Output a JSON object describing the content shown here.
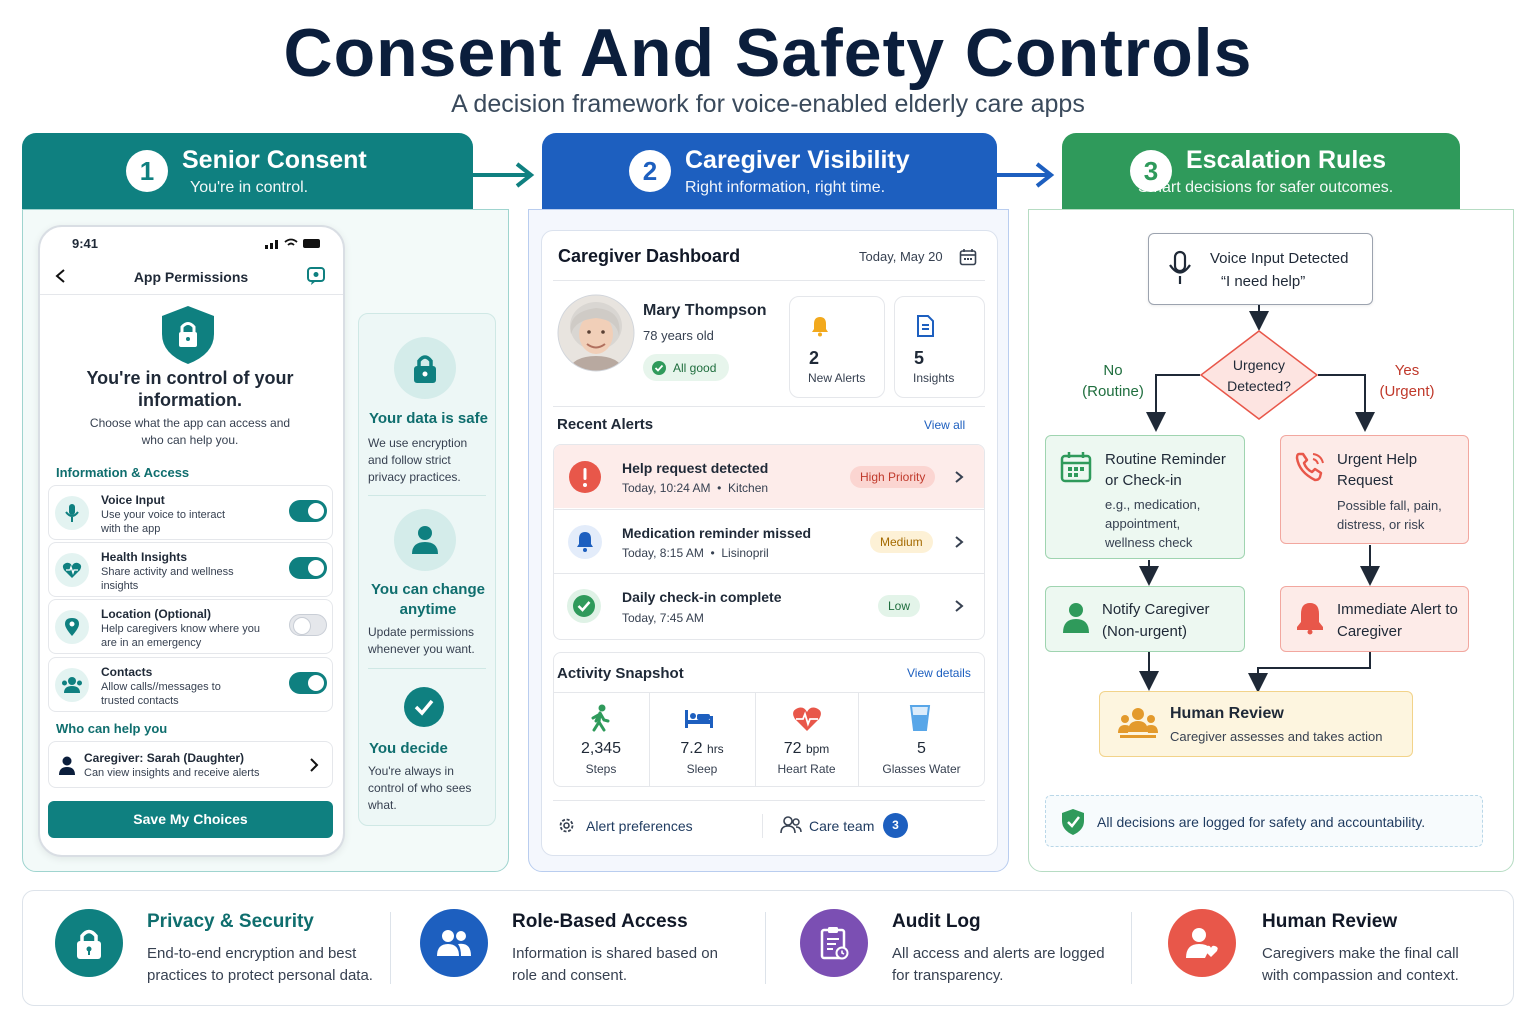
{
  "header": {
    "title": "Consent And Safety Controls",
    "subtitle": "A decision framework for voice-enabled elderly care apps"
  },
  "col1": {
    "num": "1",
    "title": "Senior Consent",
    "subtitle": "You're in control.",
    "phone": {
      "time": "9:41",
      "screen_title": "App Permissions",
      "heading": "You're in control of your information.",
      "desc": "Choose what the app can access and who can help you.",
      "section1": "Information & Access",
      "perms": [
        {
          "title": "Voice Input",
          "desc": "Use your voice to interact with the app",
          "on": true
        },
        {
          "title": "Health Insights",
          "desc": "Share activity and wellness insights",
          "on": true
        },
        {
          "title": "Location (Optional)",
          "desc": "Help caregivers know where you are in an emergency",
          "on": false
        },
        {
          "title": "Contacts",
          "desc": "Allow calls//messages to trusted contacts",
          "on": true
        }
      ],
      "section2": "Who can help you",
      "helper": {
        "title": "Caregiver: Sarah (Daughter)",
        "desc": "Can view insights and receive alerts"
      },
      "save": "Save My Choices"
    },
    "side": [
      {
        "title": "Your data is safe",
        "desc": "We use encryption and follow strict privacy practices."
      },
      {
        "title": "You can change anytime",
        "desc": "Update permissions whenever you want."
      },
      {
        "title": "You decide",
        "desc": "You're always in control of who sees what."
      }
    ]
  },
  "col2": {
    "num": "2",
    "title": "Caregiver Visibility",
    "subtitle": "Right information, right time.",
    "dashboard": {
      "title": "Caregiver Dashboard",
      "date": "Today, May 20",
      "person": {
        "name": "Mary Thompson",
        "age": "78 years old",
        "status": "All good"
      },
      "stats": [
        {
          "value": "2",
          "label": "New Alerts"
        },
        {
          "value": "5",
          "label": "Insights"
        }
      ],
      "alerts_title": "Recent Alerts",
      "view_all": "View all",
      "alerts": [
        {
          "title": "Help request detected",
          "time": "Today, 10:24 AM  •  Kitchen",
          "badge": "High Priority"
        },
        {
          "title": "Medication reminder missed",
          "time": "Today, 8:15 AM  •  Lisinopril",
          "badge": "Medium"
        },
        {
          "title": "Daily check-in complete",
          "time": "Today, 7:45 AM",
          "badge": "Low"
        }
      ],
      "activity_title": "Activity Snapshot",
      "view_details": "View details",
      "activity": [
        {
          "value": "2,345",
          "unit": "",
          "label": "Steps"
        },
        {
          "value": "7.2",
          "unit": "hrs",
          "label": "Sleep"
        },
        {
          "value": "72",
          "unit": "bpm",
          "label": "Heart Rate"
        },
        {
          "value": "5",
          "unit": "",
          "label": "Glasses Water"
        }
      ],
      "alert_prefs": "Alert preferences",
      "care_team": "Care team",
      "care_team_count": "3"
    }
  },
  "col3": {
    "num": "3",
    "title": "Escalation Rules",
    "subtitle": "Smart decisions for safer outcomes.",
    "voice": {
      "title": "Voice Input Detected",
      "quote": "“I need help”"
    },
    "decision": "Urgency Detected?",
    "no": "No",
    "no_sub": "(Routine)",
    "yes": "Yes",
    "yes_sub": "(Urgent)",
    "routine": {
      "title": "Routine Reminder or Check-in",
      "desc": "e.g., medication, appointment, wellness check"
    },
    "urgent": {
      "title": "Urgent Help Request",
      "desc": "Possible fall, pain, distress, or risk"
    },
    "notify": "Notify Caregiver (Non-urgent)",
    "immediate": "Immediate Alert to Caregiver",
    "review": {
      "title": "Human Review",
      "desc": "Caregiver assesses and takes action"
    },
    "logged": "All decisions are logged for safety and accountability."
  },
  "footer": [
    {
      "title": "Privacy & Security",
      "desc": "End-to-end encryption and best practices to protect personal data."
    },
    {
      "title": "Role-Based Access",
      "desc": "Information is shared based on role and consent."
    },
    {
      "title": "Audit Log",
      "desc": "All access and alerts are logged for transparency."
    },
    {
      "title": "Human Review",
      "desc": "Caregivers make the final call with compassion and context."
    }
  ],
  "colors": {
    "teal": "#0f8080",
    "blue": "#1d5fbf",
    "green": "#2f9a5b",
    "red": "#e8574a",
    "yellow": "#f2b640",
    "purple": "#7b4fb3"
  }
}
